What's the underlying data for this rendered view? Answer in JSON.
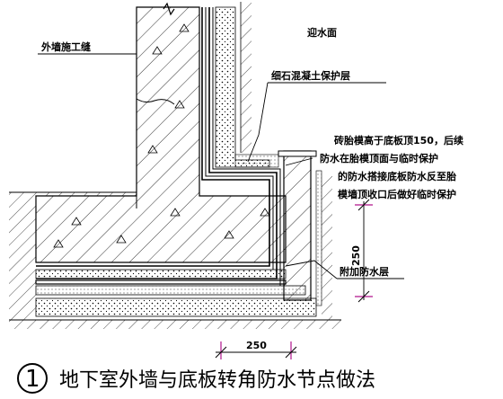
{
  "labels": {
    "water_side": "迎水面",
    "outer_wall_joint": "外墙施工缝",
    "protect_layer": "细石混凝土保护层",
    "note_line1": "砖胎模高于底板顶150，后续",
    "note_line2": "防水在胎模顶面与临时保护",
    "note_line3": "的防水搭接底板防水反至胎",
    "note_line4": "模墙顶收口后做好临时保护",
    "additional_layer": "附加防水层"
  },
  "dimensions": {
    "vertical_250": "250",
    "horizontal_250": "250"
  },
  "title": {
    "number": "1",
    "text": "地下室外墙与底板转角防水节点做法"
  },
  "colors": {
    "line": "#000000",
    "dim_mark": "#b0148c"
  }
}
